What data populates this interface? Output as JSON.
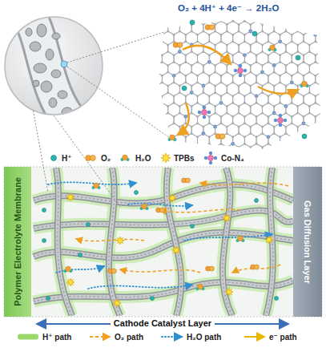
{
  "diagram": {
    "nodes": [
      {
        "text": [
          "Polymer Electrolyte Membrane"
        ]
      },
      {
        "text": [
          "Gas Diffusion Layer"
        ]
      }
    ],
    "labels": [
      "O₂ + 4H⁺ + 4e⁻ → 2H₂O",
      "Cathode Catalyst Layer"
    ],
    "legend": [
      {
        "text": "H⁺"
      },
      {
        "text": "O₂"
      },
      {
        "text": "H₂O"
      },
      {
        "text": "TPBs"
      },
      {
        "text": "Co-N₄"
      },
      {
        "text": "H⁺ path"
      },
      {
        "text": "O₂ path"
      },
      {
        "text": "H₂O path"
      },
      {
        "text": "e⁻ path"
      }
    ]
  }
}
